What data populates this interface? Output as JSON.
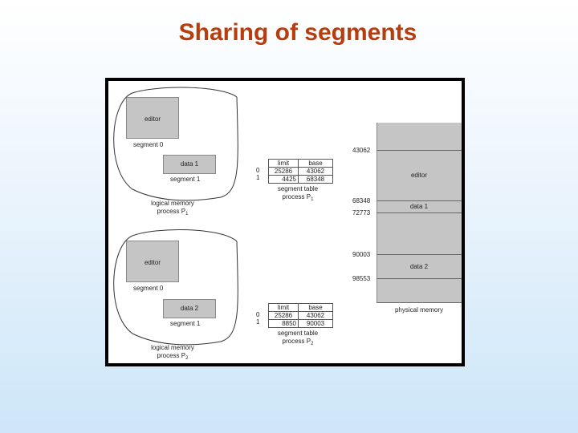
{
  "title": "Sharing of segments",
  "process1": {
    "editor_label": "editor",
    "segment0_label": "segment 0",
    "data_label": "data 1",
    "segment1_label": "segment 1",
    "logical_memory": "logical memory",
    "process_prefix": "process P",
    "process_sub": "1",
    "table": {
      "headers": [
        "limit",
        "base"
      ],
      "rows": [
        {
          "index": "0",
          "limit": "25286",
          "base": "43062"
        },
        {
          "index": "1",
          "limit": "4425",
          "base": "68348"
        }
      ]
    },
    "table_caption": "segment table",
    "table_process_prefix": "process P",
    "table_process_sub": "1"
  },
  "process2": {
    "editor_label": "editor",
    "segment0_label": "segment 0",
    "data_label": "data 2",
    "segment1_label": "segment 1",
    "logical_memory": "logical memory",
    "process_prefix": "process P",
    "process_sub": "2",
    "table": {
      "headers": [
        "limit",
        "base"
      ],
      "rows": [
        {
          "index": "0",
          "limit": "25286",
          "base": "43062"
        },
        {
          "index": "1",
          "limit": "8850",
          "base": "90003"
        }
      ]
    },
    "table_caption": "segment table",
    "table_process_prefix": "process P",
    "table_process_sub": "2"
  },
  "physical_memory": {
    "label": "physical memory",
    "addresses": [
      "43062",
      "68348",
      "72773",
      "90003",
      "98553"
    ],
    "blocks": [
      "editor",
      "data 1",
      "data 2"
    ]
  },
  "colors": {
    "title": "#b83d0e",
    "segment_fill": "#c5c5c5",
    "memory_fill": "#c5c5c5",
    "frame": "#000000"
  }
}
